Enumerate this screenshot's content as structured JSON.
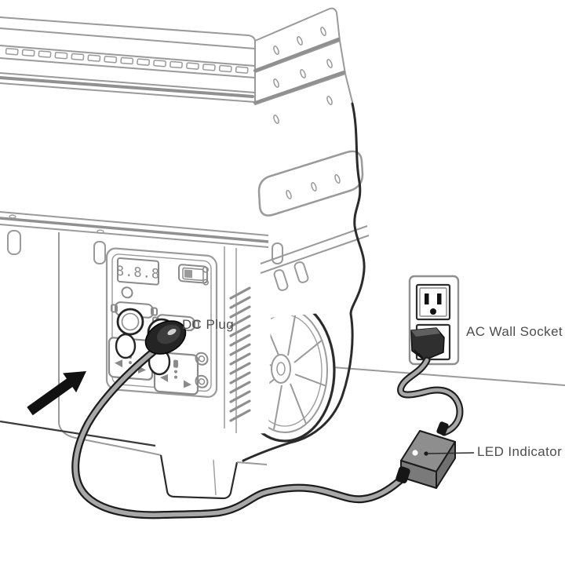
{
  "diagram": {
    "labels": {
      "dc_plug": "DC Plug",
      "ac_wall_socket": "AC Wall Socket",
      "led_indicator": "LED Indicator"
    },
    "control_panel": {
      "display_value": "8.8.8"
    },
    "colors": {
      "line_gray": "#9a9a9a",
      "accent_gray": "#8f8f8f",
      "dark_outline": "#2b2b2b",
      "cable_core": "#a8a8a8",
      "cable_edge": "#1c1c1c",
      "adapter_top": "#8e8e8e",
      "adapter_front": "#7a7a7a",
      "adapter_end": "#707070",
      "led_dot": "#ffffff",
      "label_text": "#4d4d4d",
      "arrow_fill": "#111111"
    }
  }
}
